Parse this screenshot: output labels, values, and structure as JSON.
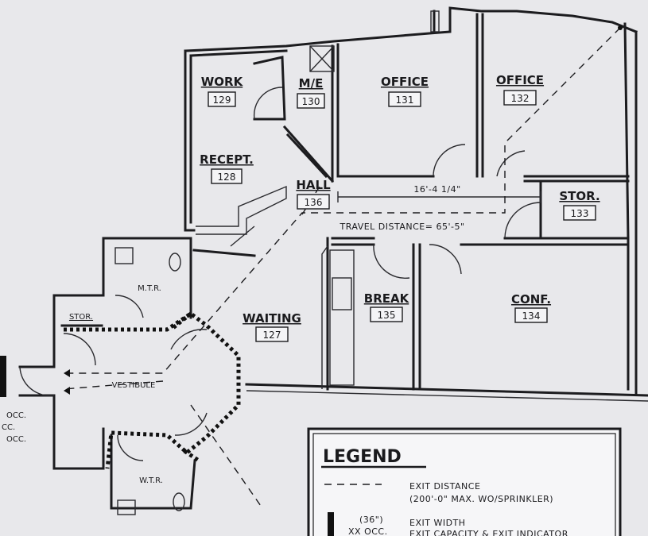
{
  "rooms": {
    "work": {
      "name": "WORK",
      "number": "129"
    },
    "me": {
      "name": "M/E",
      "number": "130"
    },
    "office1": {
      "name": "OFFICE",
      "number": "131"
    },
    "office2": {
      "name": "OFFICE",
      "number": "132"
    },
    "recept": {
      "name": "RECEPT.",
      "number": "128"
    },
    "hall": {
      "name": "HALL",
      "number": "136"
    },
    "stor_right": {
      "name": "STOR.",
      "number": "133"
    },
    "break": {
      "name": "BREAK",
      "number": "135"
    },
    "conf": {
      "name": "CONF.",
      "number": "134"
    },
    "waiting": {
      "name": "WAITING",
      "number": "127"
    },
    "mtr": {
      "name": "M.T.R."
    },
    "wtr": {
      "name": "W.T.R."
    },
    "stor_left": {
      "name": "STOR."
    },
    "vestibule": {
      "name": "VESTIBULE"
    }
  },
  "annotations": {
    "dimension": "16'-4 1/4\"",
    "travel_distance": "TRAVEL DISTANCE= 65'-5\"",
    "occ_lines": [
      "OCC.",
      "CC.",
      "OCC."
    ]
  },
  "legend": {
    "title": "LEGEND",
    "exit_distance_label": "EXIT DISTANCE",
    "exit_distance_note": "(200'-0\" MAX. WO/SPRINKLER)",
    "exit_width_value": "(36\")",
    "exit_occ_value": "XX OCC.",
    "exit_width_label": "EXIT WIDTH",
    "exit_capacity_label": "EXIT CAPACITY & EXIT INDICATOR"
  }
}
